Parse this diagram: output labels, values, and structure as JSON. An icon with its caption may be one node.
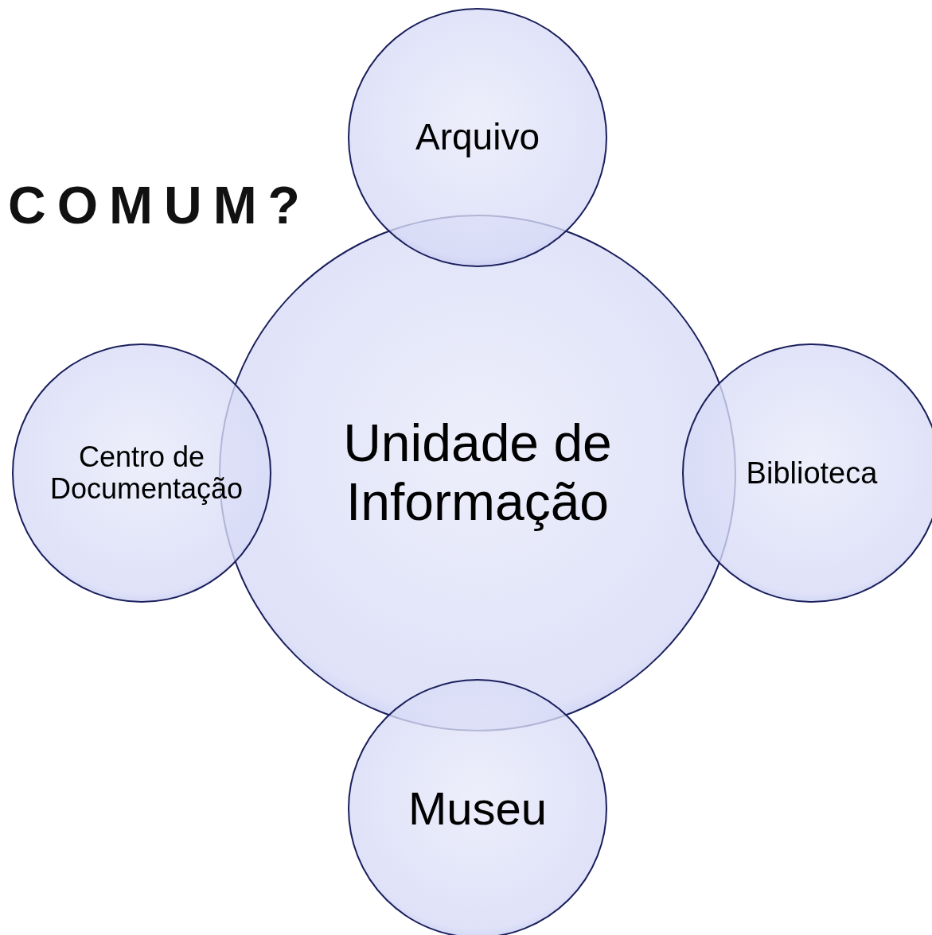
{
  "diagram": {
    "title": "COMUM?",
    "nodes": [
      {
        "text": [
          "Arquivo"
        ]
      },
      {
        "text": [
          "Centro de Documentação"
        ]
      },
      {
        "text": [
          "Unidade de Informação"
        ]
      },
      {
        "text": [
          "Biblioteca"
        ]
      },
      {
        "text": [
          "Museu"
        ]
      }
    ]
  }
}
